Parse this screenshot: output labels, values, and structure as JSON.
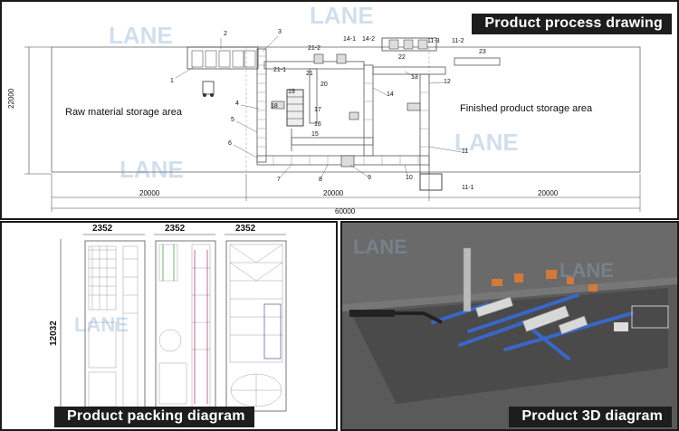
{
  "captions": {
    "process": "Product process drawing",
    "packing": "Product packing diagram",
    "model3d": "Product 3D diagram"
  },
  "process_drawing": {
    "raw_area": "Raw material storage area",
    "finished_area": "Finished product storage area",
    "dim_height": "22000",
    "dim_left": "20000",
    "dim_mid": "20000",
    "dim_right": "20000",
    "dim_total": "60000",
    "labels": [
      "1",
      "2",
      "3",
      "4",
      "5",
      "6",
      "7",
      "8",
      "9",
      "10",
      "11",
      "12",
      "13",
      "14",
      "15",
      "16",
      "17",
      "18",
      "19",
      "20",
      "21",
      "21-1",
      "21-2",
      "22",
      "23",
      "11-1",
      "11-2",
      "11-3",
      "14-1",
      "14-2"
    ]
  },
  "packing_diagram": {
    "width_1": "2352",
    "width_2": "2352",
    "width_3": "2352",
    "height": "12032"
  },
  "watermark": {
    "brand": "LANE"
  }
}
